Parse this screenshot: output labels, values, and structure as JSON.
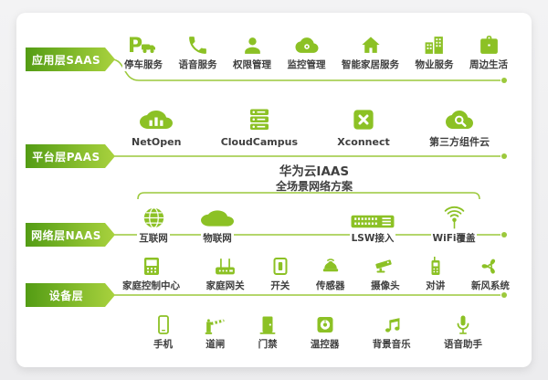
{
  "colors": {
    "green": "#8cc125",
    "ribbon_dark": "#539c14",
    "ribbon_light": "#a9d23e",
    "label_text": "#3e3e3e"
  },
  "layers": [
    {
      "name": "应用层SAAS",
      "items": [
        {
          "label": "停车服务",
          "icon": "parking-icon"
        },
        {
          "label": "语音服务",
          "icon": "voice-service-icon"
        },
        {
          "label": "权限管理",
          "icon": "permission-icon"
        },
        {
          "label": "监控管理",
          "icon": "monitoring-cloud-icon"
        },
        {
          "label": "智能家居服务",
          "icon": "smart-home-icon"
        },
        {
          "label": "物业服务",
          "icon": "property-building-icon"
        },
        {
          "label": "周边生活",
          "icon": "local-life-icon"
        }
      ]
    },
    {
      "name": "平台层PAAS",
      "items": [
        {
          "label": "NetOpen",
          "icon": "netopen-cloud-icon"
        },
        {
          "label": "CloudCampus",
          "icon": "cloudcampus-server-icon"
        },
        {
          "label": "Xconnect",
          "icon": "xconnect-icon"
        },
        {
          "label": "第三方组件云",
          "icon": "third-party-cloud-icon"
        }
      ],
      "iaas_label": "华为云IAAS",
      "solution_label": "全场景网络方案"
    },
    {
      "name": "网络层NAAS",
      "items": [
        {
          "label": "互联网",
          "icon": "internet-globe-icon"
        },
        {
          "label": "物联网",
          "icon": "iot-cloud-icon"
        },
        {
          "label": "LSW接入",
          "icon": "lsw-switch-icon"
        },
        {
          "label": "WiFi覆盖",
          "icon": "wifi-antenna-icon"
        }
      ]
    },
    {
      "name": "设备层",
      "rows": [
        [
          {
            "label": "家庭控制中心",
            "icon": "home-control-icon"
          },
          {
            "label": "家庭网关",
            "icon": "home-gateway-icon"
          },
          {
            "label": "开关",
            "icon": "wall-switch-icon"
          },
          {
            "label": "传感器",
            "icon": "sensor-icon"
          },
          {
            "label": "摄像头",
            "icon": "camera-icon"
          },
          {
            "label": "对讲",
            "icon": "intercom-icon"
          },
          {
            "label": "新风系统",
            "icon": "fresh-air-fan-icon"
          }
        ],
        [
          {
            "label": "手机",
            "icon": "mobile-phone-icon"
          },
          {
            "label": "道闸",
            "icon": "barrier-gate-icon"
          },
          {
            "label": "门禁",
            "icon": "door-access-icon"
          },
          {
            "label": "温控器",
            "icon": "thermostat-icon"
          },
          {
            "label": "背景音乐",
            "icon": "music-note-icon"
          },
          {
            "label": "语音助手",
            "icon": "microphone-icon"
          }
        ]
      ]
    }
  ]
}
